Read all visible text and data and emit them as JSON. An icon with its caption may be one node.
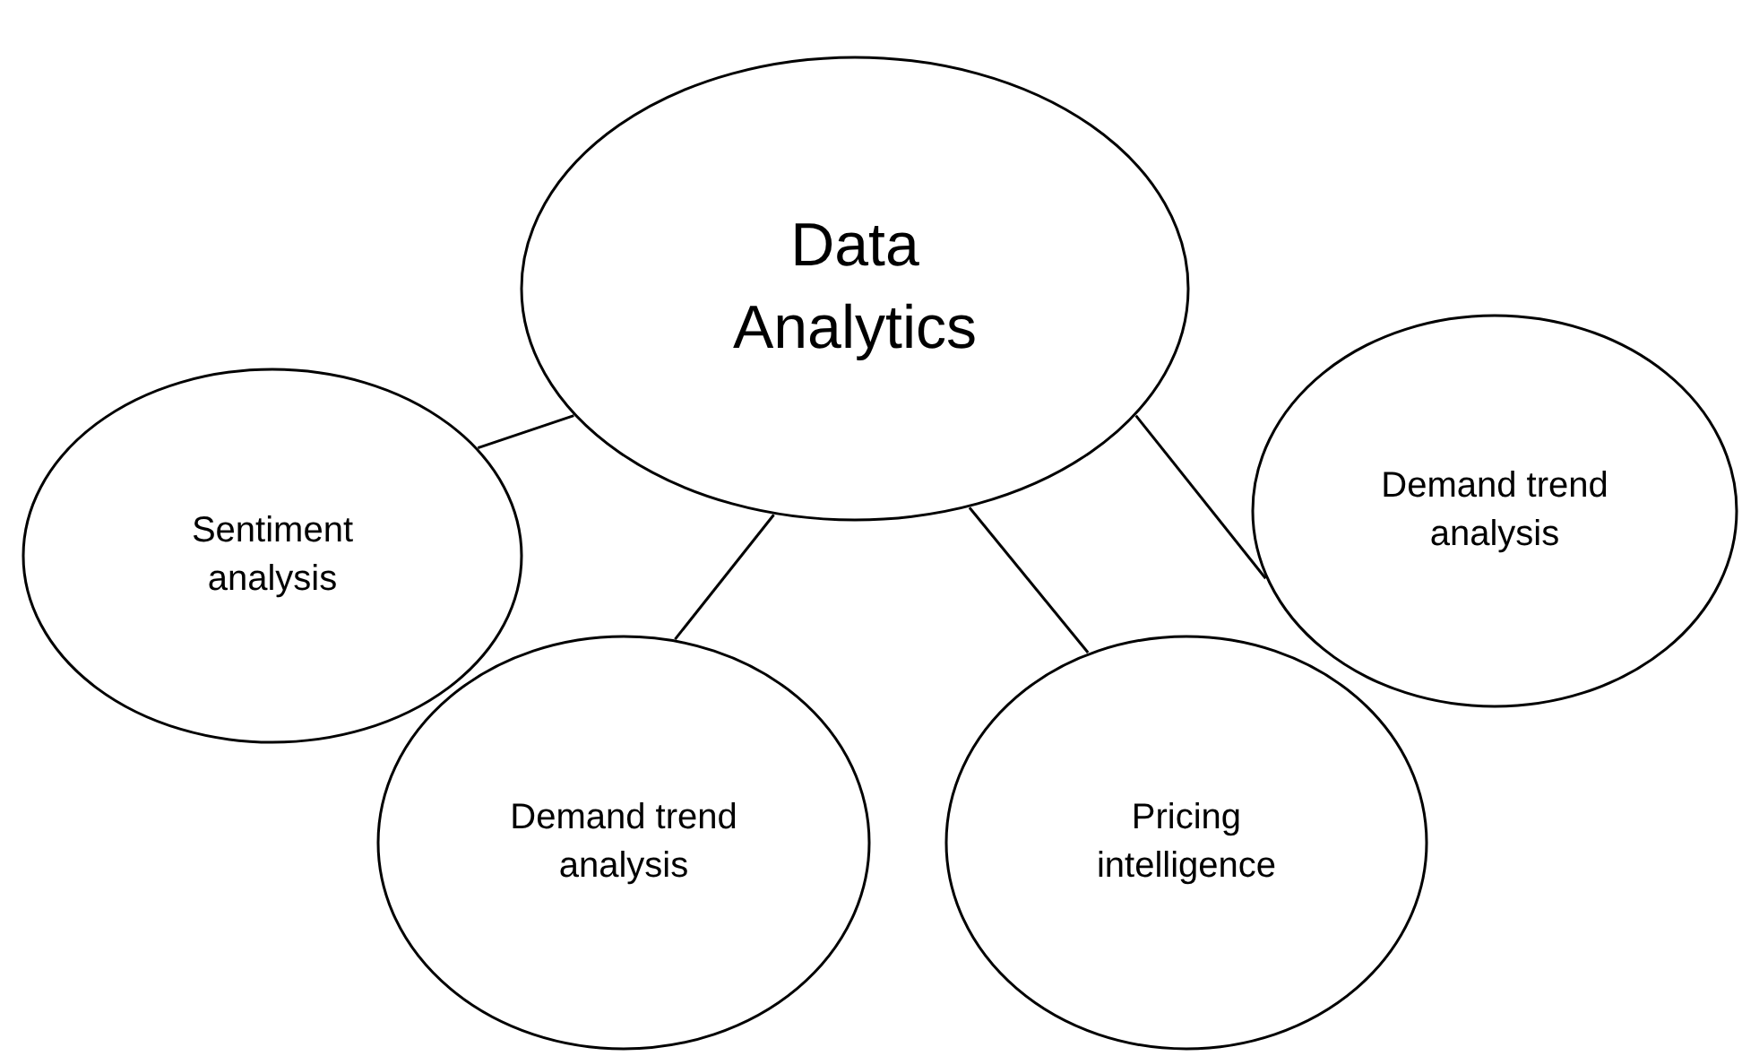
{
  "diagram": {
    "nodes": [
      {
        "text": [
          "Data Analytics"
        ]
      },
      {
        "text": [
          "Demand trend analysis"
        ]
      },
      {
        "text": [
          "Sentiment analysis"
        ]
      },
      {
        "text": [
          "Demand trend analysis"
        ]
      },
      {
        "text": [
          "Pricing intelligence"
        ]
      }
    ],
    "edges": [
      {
        "from": 0,
        "to": 2,
        "arrow": "none"
      },
      {
        "from": 0,
        "to": 3,
        "arrow": "none"
      },
      {
        "from": 0,
        "to": 4,
        "arrow": "none"
      },
      {
        "from": 0,
        "to": 1,
        "arrow": "none"
      }
    ]
  }
}
